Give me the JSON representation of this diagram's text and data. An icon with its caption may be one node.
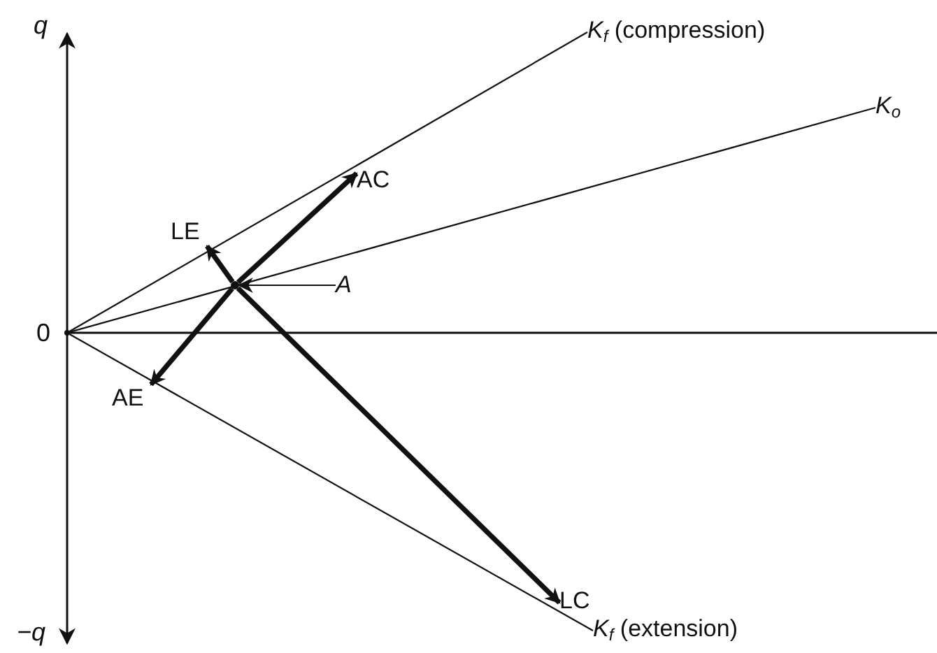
{
  "diagram": {
    "nodes": [
      {
        "text": [],
        "shape": "dot"
      },
      {
        "text": [
          "*K*$_{f}$ (compression)"
        ]
      },
      {
        "text": [
          "*K*$_{o}$"
        ]
      },
      {
        "text": [
          "*K*$_{f}$ (extension)"
        ]
      },
      {
        "text": [],
        "shape": "dot"
      },
      {
        "text": [
          "A"
        ]
      },
      {
        "text": [
          "AC"
        ]
      },
      {
        "text": [
          "LE"
        ]
      },
      {
        "text": [
          "AE"
        ]
      },
      {
        "text": [
          "LC"
        ]
      }
    ],
    "edges": [
      {
        "from": 0,
        "to": 1,
        "arrow": "none"
      },
      {
        "from": 0,
        "to": 2,
        "arrow": "none"
      },
      {
        "from": 0,
        "to": 3,
        "arrow": "none"
      },
      {
        "from": 5,
        "to": 4,
        "arrow": "to"
      },
      {
        "from": 4,
        "to": 6,
        "arrow": "to",
        "style": "thick"
      },
      {
        "from": 4,
        "to": 7,
        "arrow": "to",
        "style": "thick"
      },
      {
        "from": 4,
        "to": 8,
        "arrow": "to",
        "style": "thick"
      },
      {
        "from": 4,
        "to": 9,
        "arrow": "to",
        "style": "thick"
      }
    ],
    "labels": [
      "q",
      "0",
      "−q"
    ]
  }
}
